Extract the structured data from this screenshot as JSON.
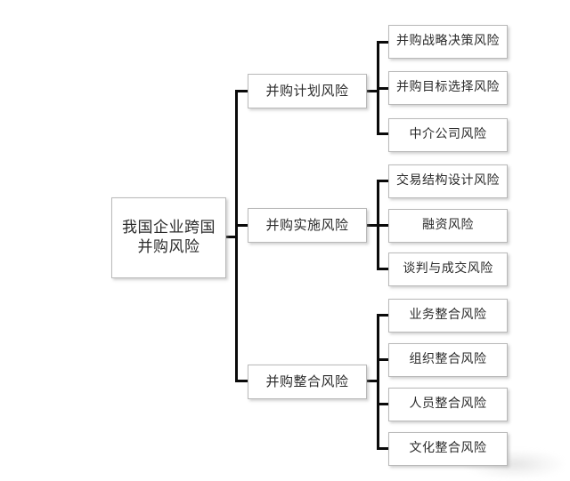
{
  "diagram": {
    "type": "tree-hierarchy",
    "orientation": "left-to-right",
    "root": {
      "label": "我国企业跨国\n并购风险"
    },
    "branches": [
      {
        "label": "并购计划风险",
        "children": [
          {
            "label": "并购战略决策风险"
          },
          {
            "label": "并购目标选择风险"
          },
          {
            "label": "中介公司风险"
          }
        ]
      },
      {
        "label": "并购实施风险",
        "children": [
          {
            "label": "交易结构设计风险"
          },
          {
            "label": "融资风险"
          },
          {
            "label": "谈判与成交风险"
          }
        ]
      },
      {
        "label": "并购整合风险",
        "children": [
          {
            "label": "业务整合风险"
          },
          {
            "label": "组织整合风险"
          },
          {
            "label": "人员整合风险"
          },
          {
            "label": "文化整合风险"
          }
        ]
      }
    ]
  },
  "style": {
    "background": "#ffffff",
    "box_fill": "#ffffff",
    "box_border": "#b9b9b9",
    "connector_color": "#0a0a0a",
    "text_color": "#2b2b2b"
  },
  "watermark": {
    "present": true,
    "label": ""
  }
}
